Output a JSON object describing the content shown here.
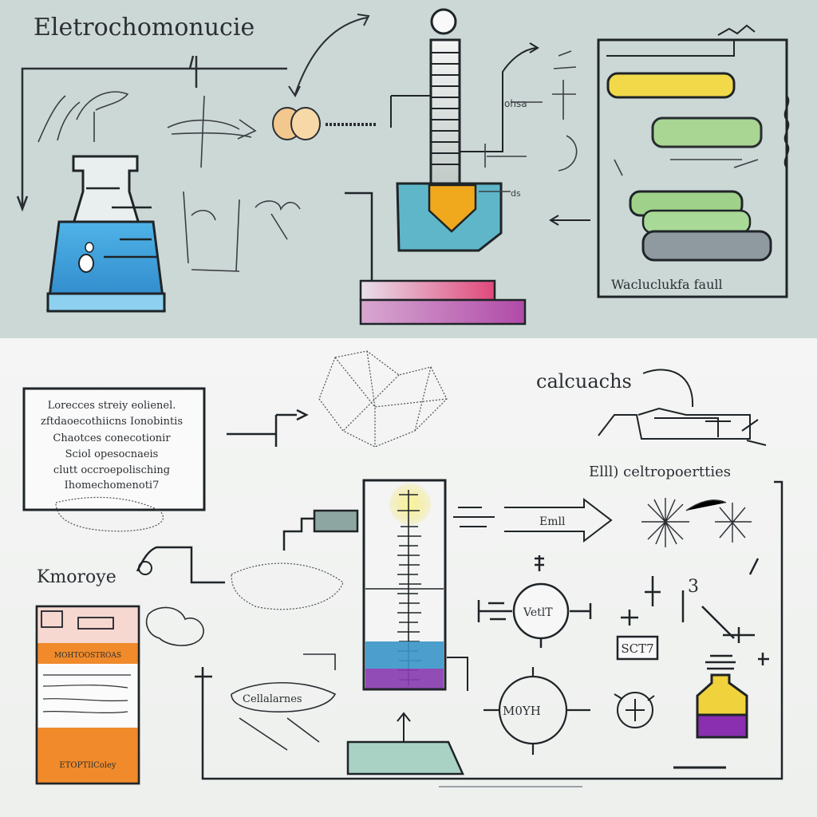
{
  "top": {
    "title": "Eletrochomonucie",
    "right_box_caption": "Wacluclukfa faull"
  },
  "bottom": {
    "text_box_lines": [
      "Lorecces streiy eolienel.",
      "zftdaoecothiicns Ionobintis",
      "Chaotces conecotionir",
      "Sciol opesocnaeis",
      "clutt occroepolisching",
      "Ihomechomenoti7"
    ],
    "label_calcuachs": "calcuachs",
    "label_electroperties": "Elll) celtropoertties",
    "label_kmorye": "Kmoroye",
    "label_emil": "Emll",
    "label_vet": "VetlT",
    "label_sct": "SCT7",
    "label_cell_bottom": "Cellalarnes",
    "label_moh": "M0YH",
    "label_number_three": "3",
    "strip_header": "MOHTOOSTROAS",
    "strip_footer": "ETOPTIlColey"
  },
  "colors": {
    "top_background": "#ccd8d6",
    "bottom_background": "#f0f1f0",
    "liquid_blue": "#3aa0d8",
    "accent_yellow": "#f2d94a",
    "accent_orange": "#f08a2a",
    "accent_purple": "#8a3db0",
    "accent_green": "#9ccf8a",
    "accent_pink": "#e06080"
  }
}
